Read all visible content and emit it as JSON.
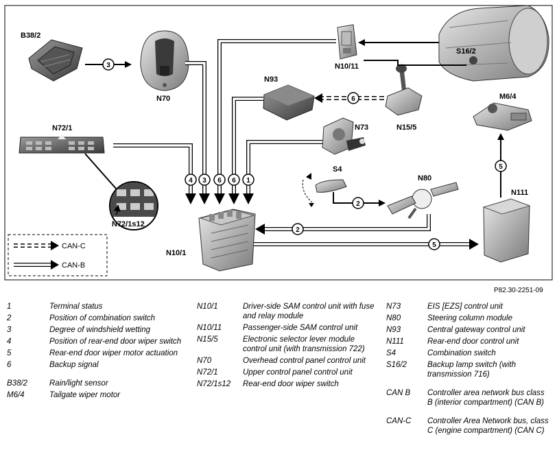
{
  "components": {
    "b38_2": "B38/2",
    "n70": "N70",
    "n10_11": "N10/11",
    "s16_2": "S16/2",
    "n93": "N93",
    "n15_5": "N15/5",
    "m6_4": "M6/4",
    "n72_1": "N72/1",
    "n73": "N73",
    "s4": "S4",
    "n80": "N80",
    "n111": "N111",
    "n10_1": "N10/1",
    "n72_1s12": "N72/1s12"
  },
  "signal_numbers": [
    "1",
    "2",
    "3",
    "4",
    "5",
    "6"
  ],
  "bus_key": {
    "can_c": "CAN-C",
    "can_b": "CAN-B"
  },
  "doc_id": "P82.30-2251-09",
  "legend": {
    "col1": [
      {
        "code": "1",
        "text": "Terminal status"
      },
      {
        "code": "2",
        "text": "Position of combination switch"
      },
      {
        "code": "3",
        "text": "Degree of windshield wetting"
      },
      {
        "code": "4",
        "text": "Position of rear-end door wiper switch"
      },
      {
        "code": "5",
        "text": "Rear-end door wiper motor actuation"
      },
      {
        "code": "6",
        "text": "Backup signal"
      },
      {
        "code": "B38/2",
        "text": "Rain/light sensor"
      },
      {
        "code": "M6/4",
        "text": "Tailgate wiper motor"
      }
    ],
    "col2": [
      {
        "code": "N10/1",
        "text": "Driver-side SAM control unit with fuse and relay module"
      },
      {
        "code": "N10/11",
        "text": "Passenger-side SAM control unit"
      },
      {
        "code": "N15/5",
        "text": "Electronic selector lever module control unit (with transmission 722)"
      },
      {
        "code": "N70",
        "text": "Overhead control panel control unit"
      },
      {
        "code": "N72/1",
        "text": "Upper control panel control unit"
      },
      {
        "code": "N72/1s12",
        "text": "Rear-end door wiper switch"
      }
    ],
    "col3": [
      {
        "code": "N73",
        "text": "EIS [EZS] control unit"
      },
      {
        "code": "N80",
        "text": "Steering column module"
      },
      {
        "code": "N93",
        "text": "Central gateway control unit"
      },
      {
        "code": "N111",
        "text": "Rear-end door control unit"
      },
      {
        "code": "S4",
        "text": "Combination switch"
      },
      {
        "code": "S16/2",
        "text": "Backup lamp switch (with transmission 716)"
      },
      {
        "code": "CAN B",
        "text": "Controller area network bus class B (interior compartment) (CAN B)"
      },
      {
        "code": "CAN-C",
        "text": "Controller Area Network bus, class C (engine compartment) (CAN C)"
      }
    ]
  }
}
